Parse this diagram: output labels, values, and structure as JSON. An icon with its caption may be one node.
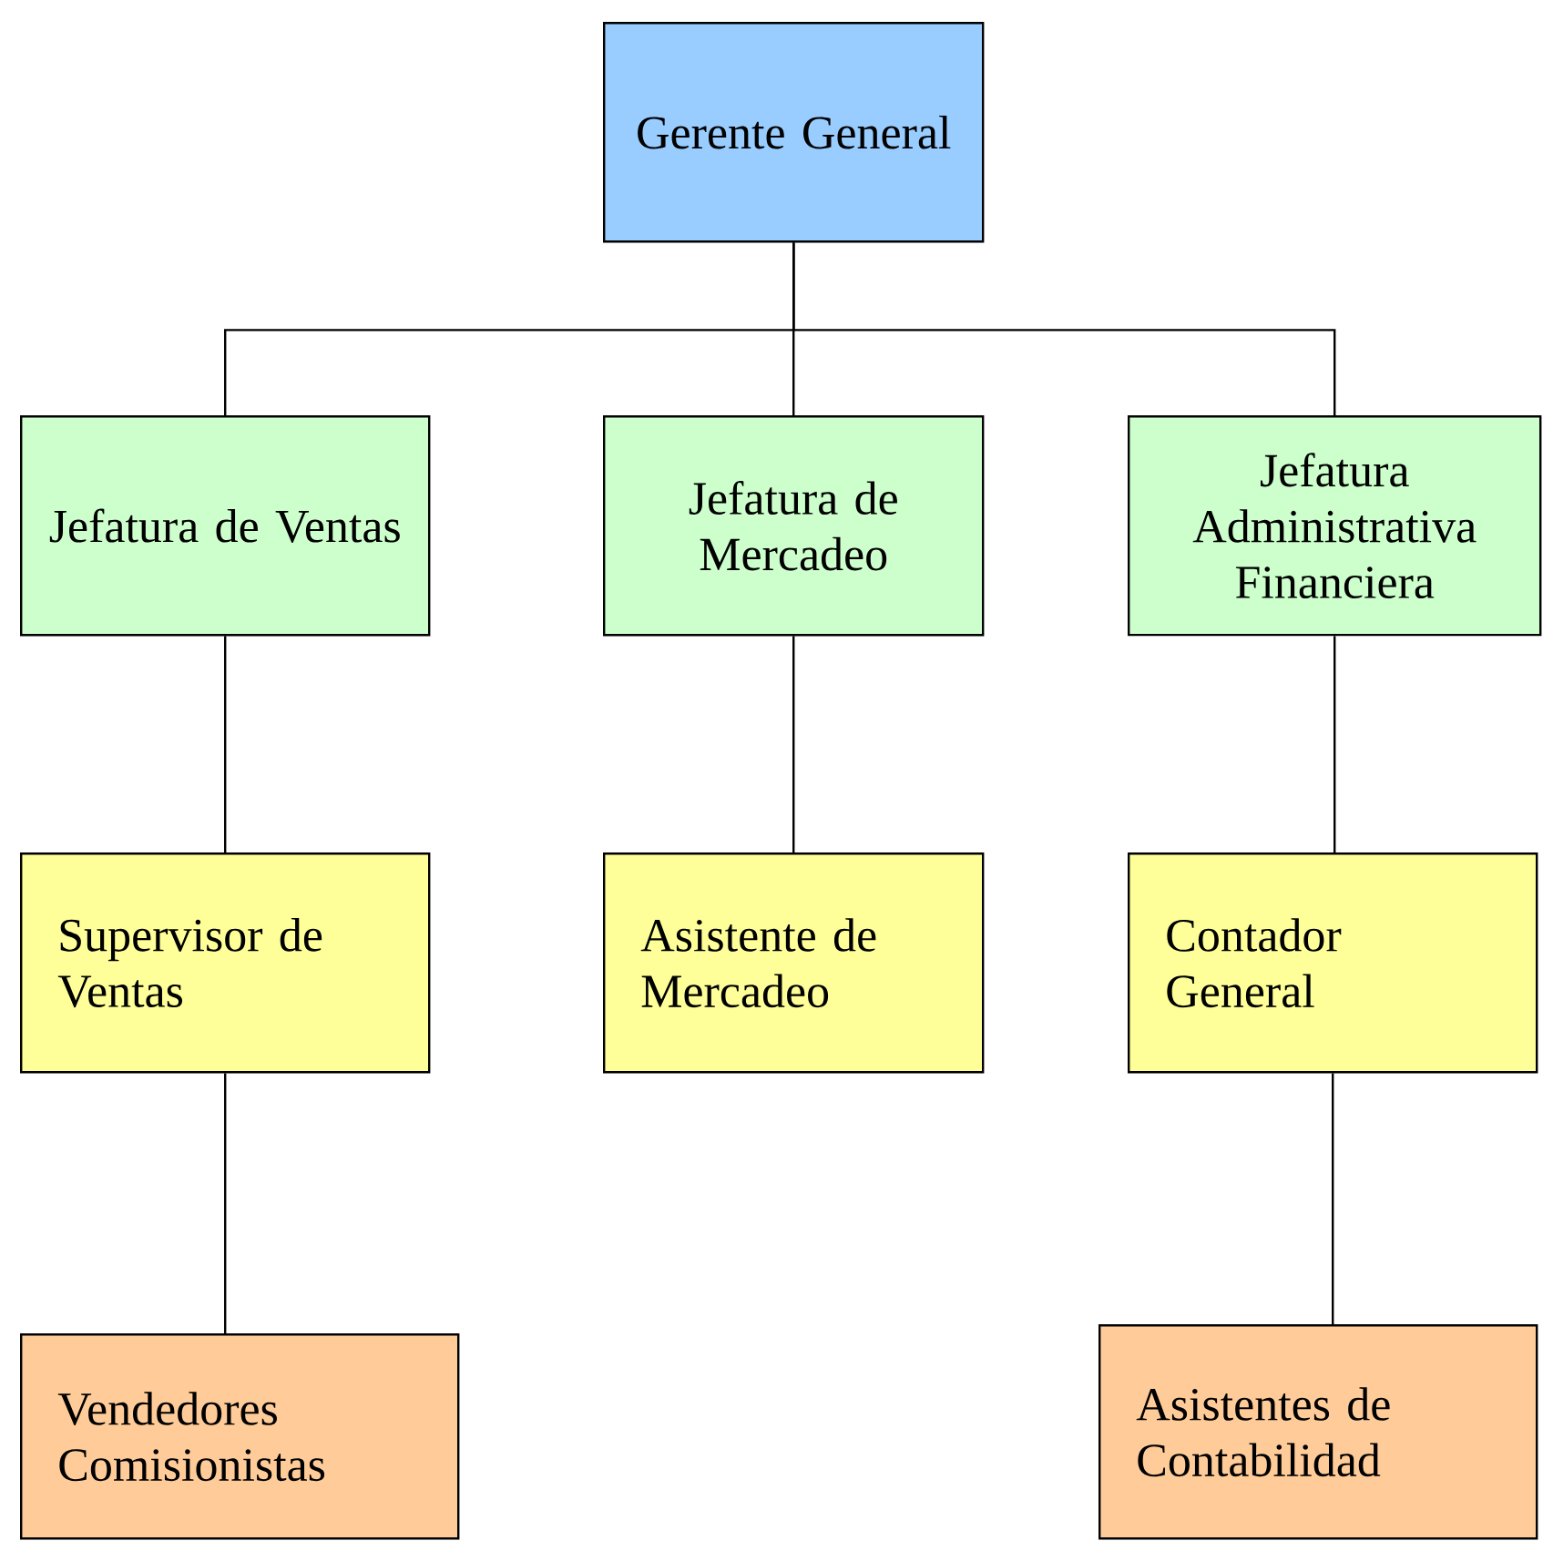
{
  "diagram": {
    "nodes": [
      {
        "text": [
          "Gerente General"
        ]
      },
      {
        "text": [
          "Jefatura de Ventas"
        ]
      },
      {
        "text": [
          "Jefatura de Mercadeo"
        ]
      },
      {
        "text": [
          "Jefatura Administrativa Financiera"
        ]
      },
      {
        "text": [
          "Supervisor de Ventas"
        ]
      },
      {
        "text": [
          "Asistente de Mercadeo"
        ]
      },
      {
        "text": [
          "Contador General"
        ]
      },
      {
        "text": [
          "Vendedores Comisionistas"
        ]
      },
      {
        "text": [
          "Asistentes de Contabilidad"
        ]
      }
    ],
    "edges": [
      {
        "from": 0,
        "to": 1,
        "arrow": "none"
      },
      {
        "from": 0,
        "to": 2,
        "arrow": "none"
      },
      {
        "from": 0,
        "to": 3,
        "arrow": "none"
      },
      {
        "from": 1,
        "to": 4,
        "arrow": "none"
      },
      {
        "from": 2,
        "to": 5,
        "arrow": "none"
      },
      {
        "from": 3,
        "to": 6,
        "arrow": "none"
      },
      {
        "from": 4,
        "to": 7,
        "arrow": "none"
      },
      {
        "from": 6,
        "to": 8,
        "arrow": "none"
      }
    ]
  }
}
